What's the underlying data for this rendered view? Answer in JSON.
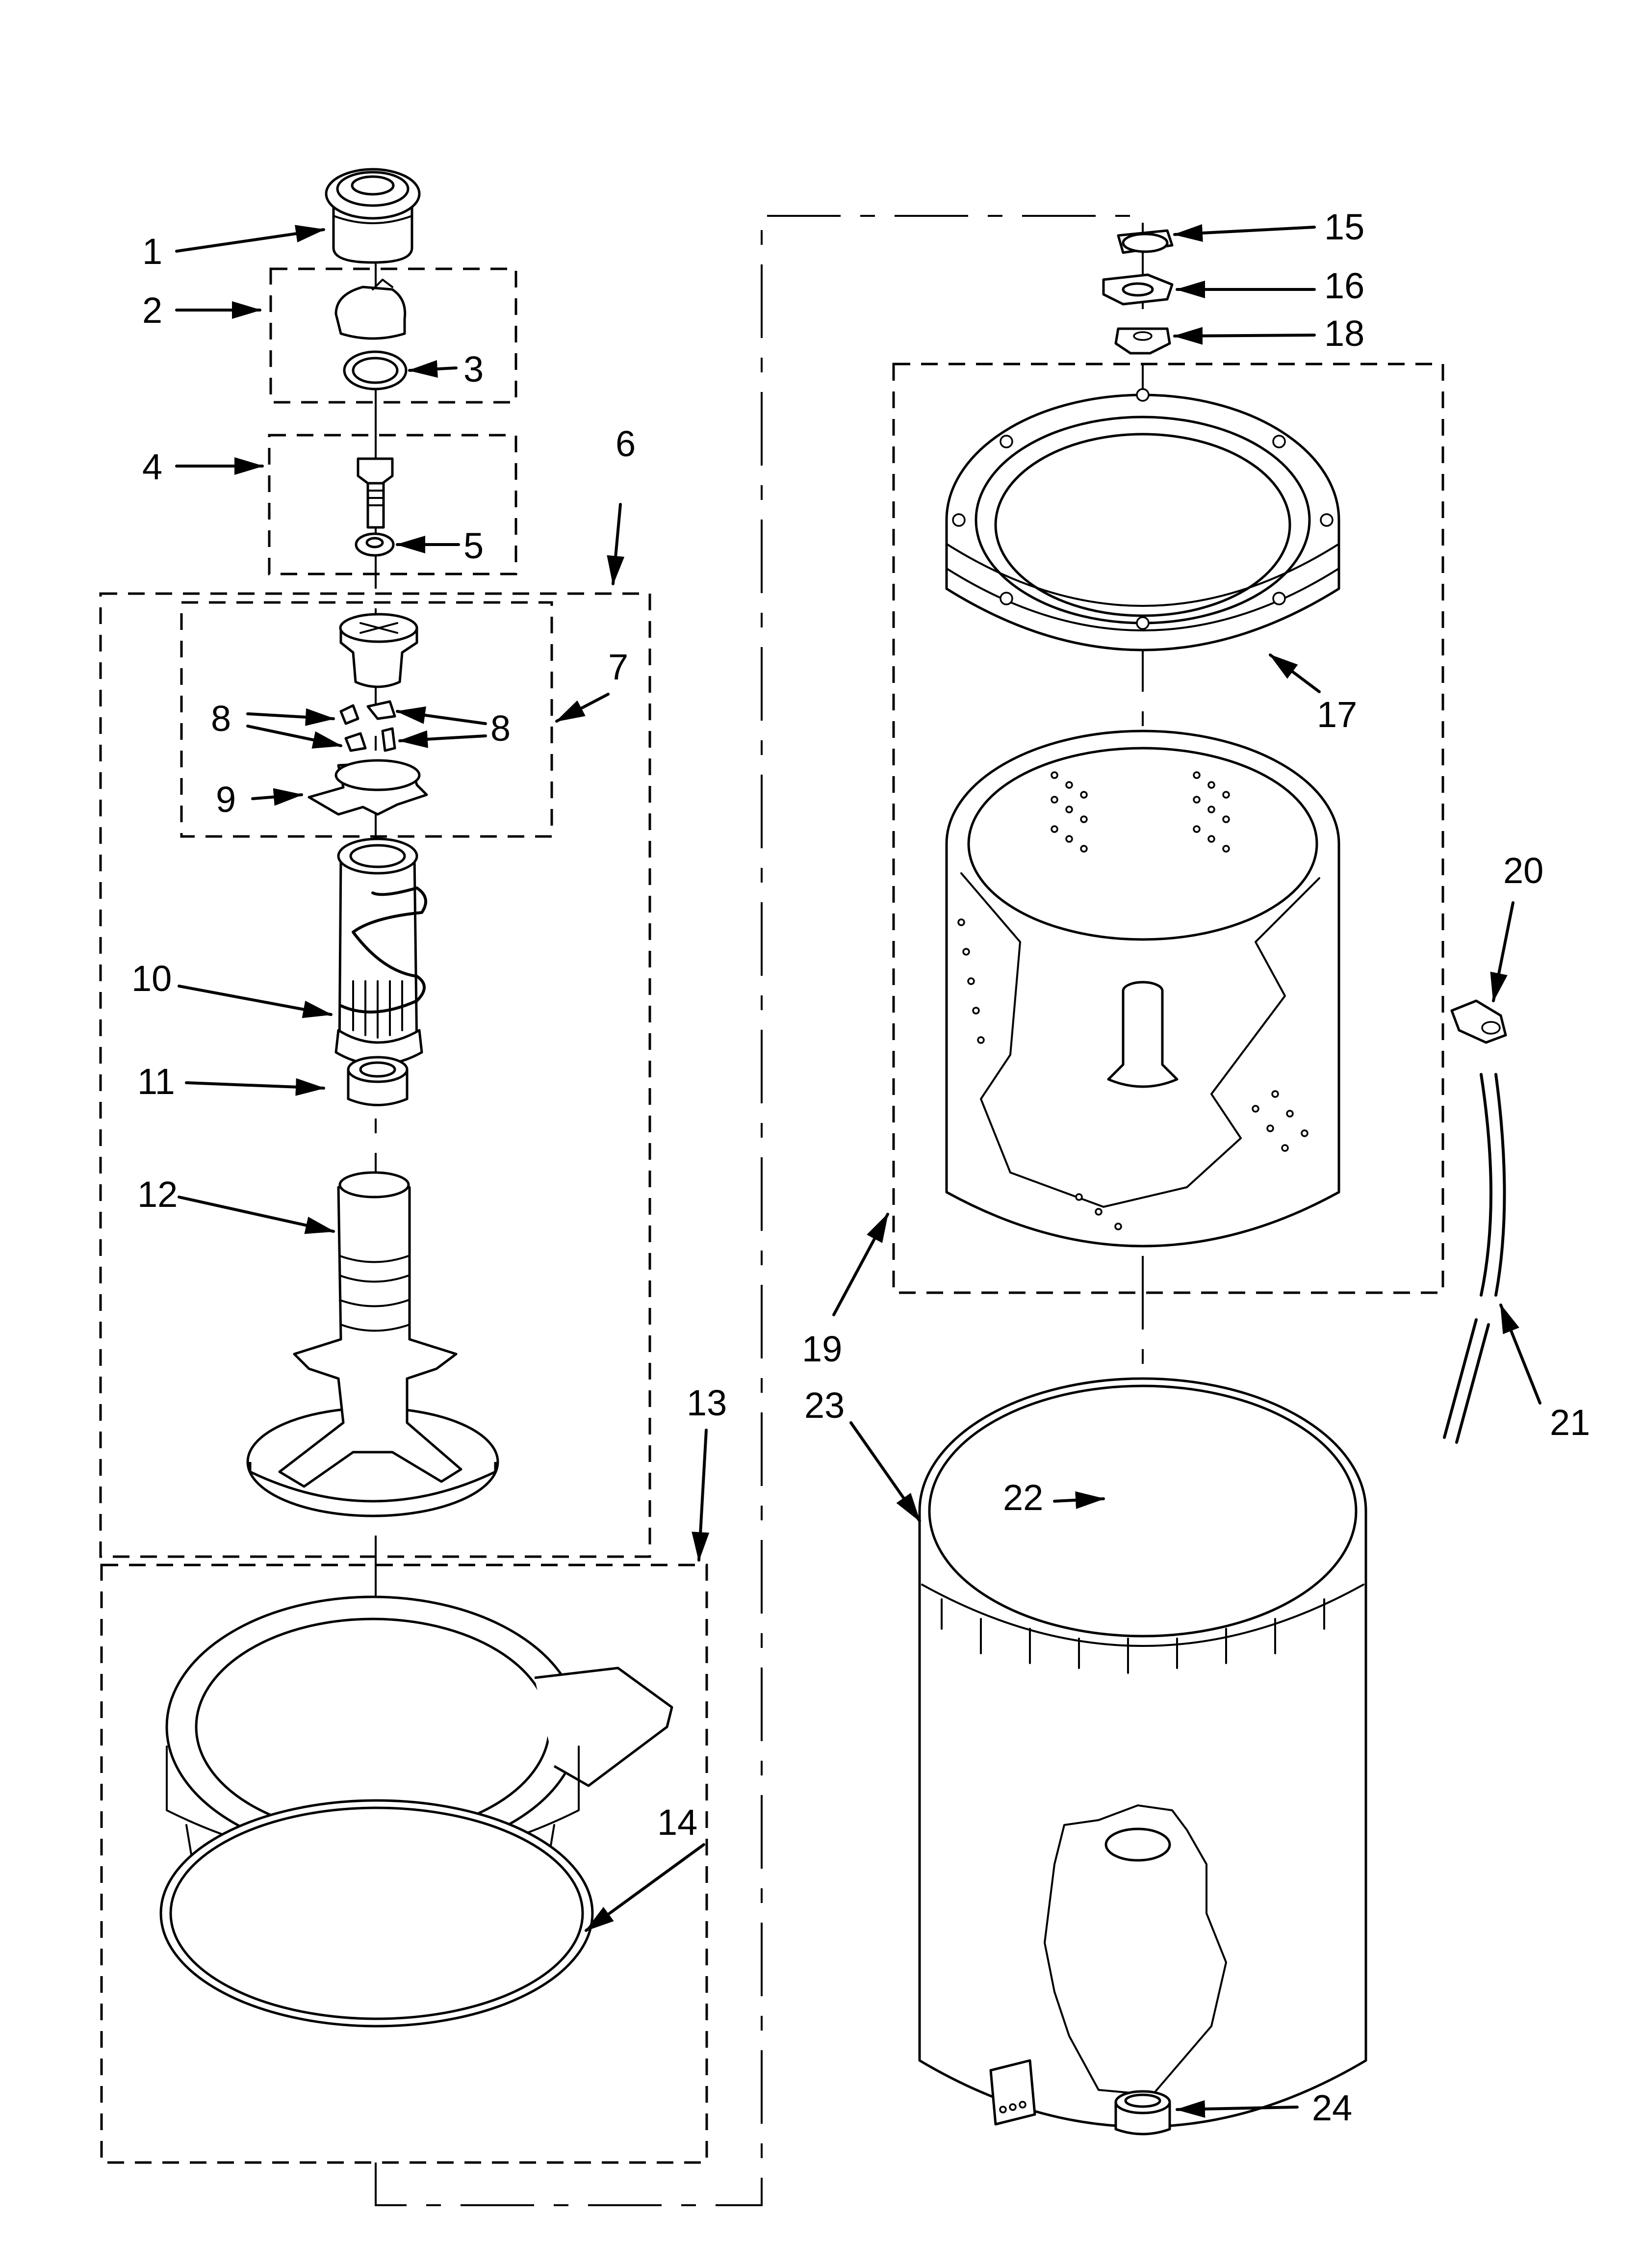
{
  "diagram": {
    "callouts": [
      {
        "id": "c1",
        "label": "1"
      },
      {
        "id": "c2",
        "label": "2"
      },
      {
        "id": "c3",
        "label": "3"
      },
      {
        "id": "c4",
        "label": "4"
      },
      {
        "id": "c5",
        "label": "5"
      },
      {
        "id": "c6",
        "label": "6"
      },
      {
        "id": "c7",
        "label": "7"
      },
      {
        "id": "c8a",
        "label": "8"
      },
      {
        "id": "c8b",
        "label": "8"
      },
      {
        "id": "c9",
        "label": "9"
      },
      {
        "id": "c10",
        "label": "10"
      },
      {
        "id": "c11",
        "label": "11"
      },
      {
        "id": "c12",
        "label": "12"
      },
      {
        "id": "c13",
        "label": "13"
      },
      {
        "id": "c14",
        "label": "14"
      },
      {
        "id": "c15",
        "label": "15"
      },
      {
        "id": "c16",
        "label": "16"
      },
      {
        "id": "c17",
        "label": "17"
      },
      {
        "id": "c18",
        "label": "18"
      },
      {
        "id": "c19",
        "label": "19"
      },
      {
        "id": "c20",
        "label": "20"
      },
      {
        "id": "c21",
        "label": "21"
      },
      {
        "id": "c22",
        "label": "22"
      },
      {
        "id": "c23",
        "label": "23"
      },
      {
        "id": "c24",
        "label": "24"
      }
    ]
  }
}
